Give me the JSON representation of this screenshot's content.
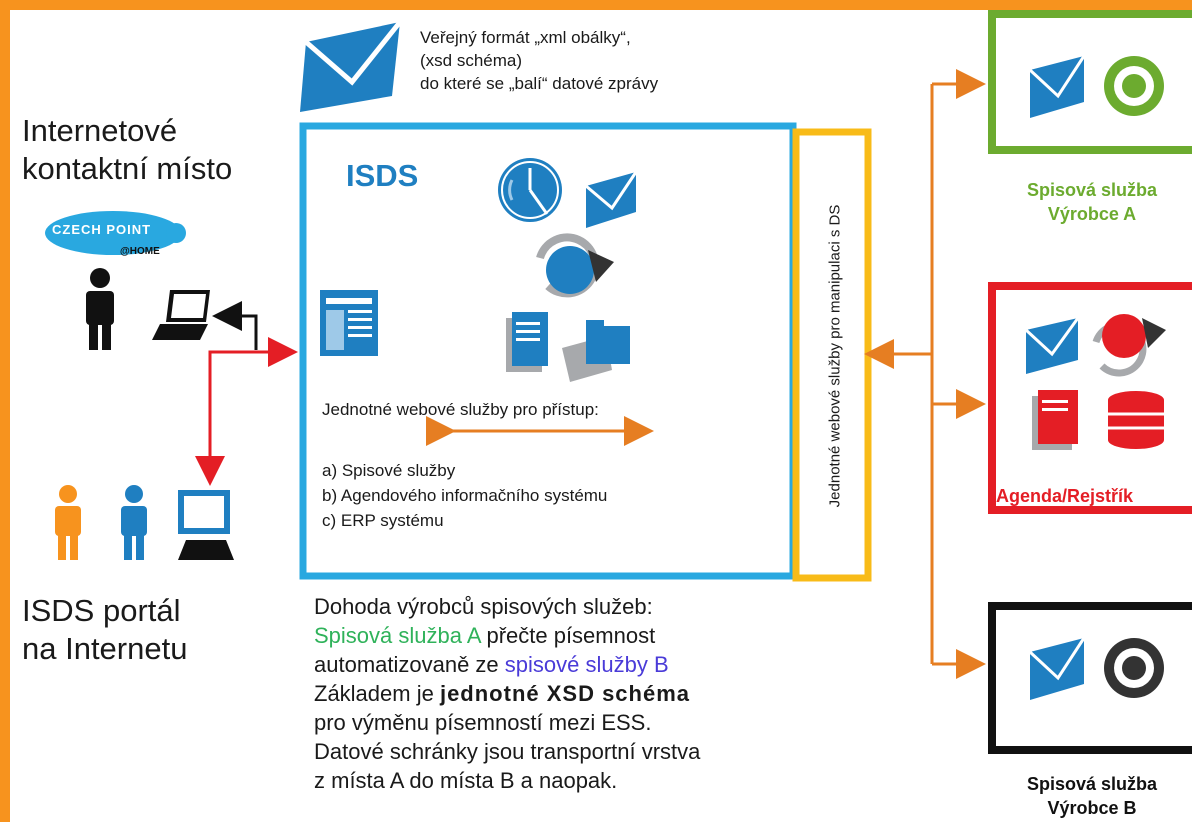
{
  "envelope_note": {
    "line1": "Veřejný formát „xml obálky“,",
    "line2": "(xsd schéma)",
    "line3": "do které se „balí“ datové zprávy"
  },
  "left": {
    "contact_line1": "Internetové",
    "contact_line2": "kontaktní místo",
    "logo_text": "CZECH POINT",
    "logo_sub": "@HOME",
    "portal_line1": "ISDS portál",
    "portal_line2": "na Internetu"
  },
  "isds": {
    "title": "ISDS",
    "services_heading": "Jednotné webové služby pro přístup:",
    "item_a": "a) Spisové služby",
    "item_b": "b) Agendového informačního systému",
    "item_c": "c) ERP systému",
    "vertical_label": "Jednotné webové služby pro manipulaci s DS"
  },
  "right": {
    "box_a_line1": "Spisová služba",
    "box_a_line2": "Výrobce A",
    "box_mid_label": "Agenda/Rejstřík",
    "box_b_line1": "Spisová služba",
    "box_b_line2": "Výrobce B"
  },
  "bottom": {
    "line1": "Dohoda výrobců spisových služeb:",
    "line2_green": "Spisová služba A",
    "line2_rest": " přečte písemnost",
    "line3_start": "automatizovaně ze ",
    "line3_blue": "spisové služby B",
    "line4_start": "Základem je ",
    "line4_bold": "jednotné XSD schéma",
    "line5": "pro výměnu písemností mezi ESS.",
    "line6": "Datové schránky jsou transportní vrstva",
    "line7": "z místa A do místa B a naopak."
  },
  "colors": {
    "frame": "#f7931e",
    "isds_blue": "#29a8e0",
    "icon_blue": "#1f7fc1",
    "yellow": "#f8bb18",
    "green": "#6cab2f",
    "red": "#e41e25",
    "black": "#111111",
    "arrow_orange": "#e67e22",
    "text_green": "#2fb25a",
    "text_blue": "#4a3bd8"
  }
}
